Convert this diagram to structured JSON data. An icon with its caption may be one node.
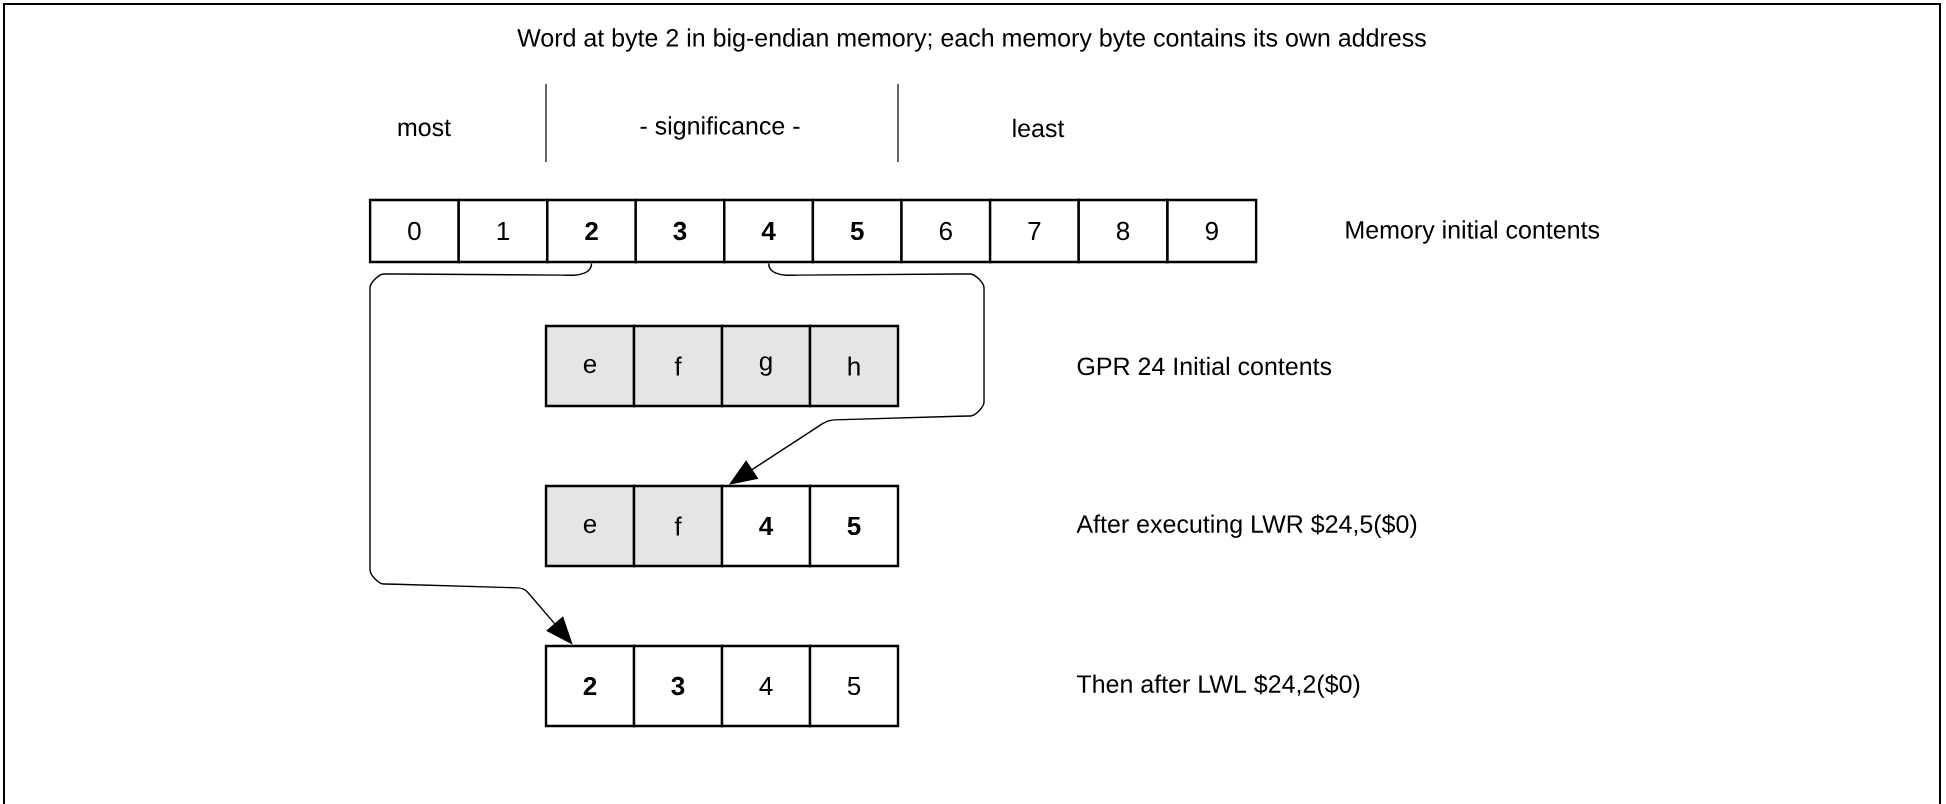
{
  "diagram": {
    "title": "Word at byte 2 in big-endian memory; each memory byte contains its own address",
    "nodes": [
      {
        "text": [
          "0"
        ]
      },
      {
        "text": [
          "1"
        ]
      },
      {
        "text": [
          "2"
        ]
      },
      {
        "text": [
          "3"
        ]
      },
      {
        "text": [
          "4"
        ]
      },
      {
        "text": [
          "5"
        ]
      },
      {
        "text": [
          "6"
        ]
      },
      {
        "text": [
          "7"
        ]
      },
      {
        "text": [
          "8"
        ]
      },
      {
        "text": [
          "9"
        ]
      },
      {
        "text": [
          "e"
        ]
      },
      {
        "text": [
          "f"
        ]
      },
      {
        "text": [
          "g"
        ]
      },
      {
        "text": [
          "h"
        ]
      },
      {
        "text": [
          "e"
        ]
      },
      {
        "text": [
          "f"
        ]
      },
      {
        "text": [
          "4"
        ]
      },
      {
        "text": [
          "5"
        ]
      },
      {
        "text": [
          "2"
        ]
      },
      {
        "text": [
          "3"
        ]
      },
      {
        "text": [
          "4"
        ]
      },
      {
        "text": [
          "5"
        ]
      }
    ],
    "edges": [
      {
        "from": 4,
        "to": 16,
        "arrow": "to"
      },
      {
        "from": 2,
        "to": 18,
        "arrow": "to"
      }
    ],
    "labels": [
      "most",
      "- significance -",
      "least",
      "Memory initial contents",
      "GPR 24 Initial contents",
      "After executing LWR $24,5($0)",
      "Then after LWL $24,2($0)"
    ]
  }
}
